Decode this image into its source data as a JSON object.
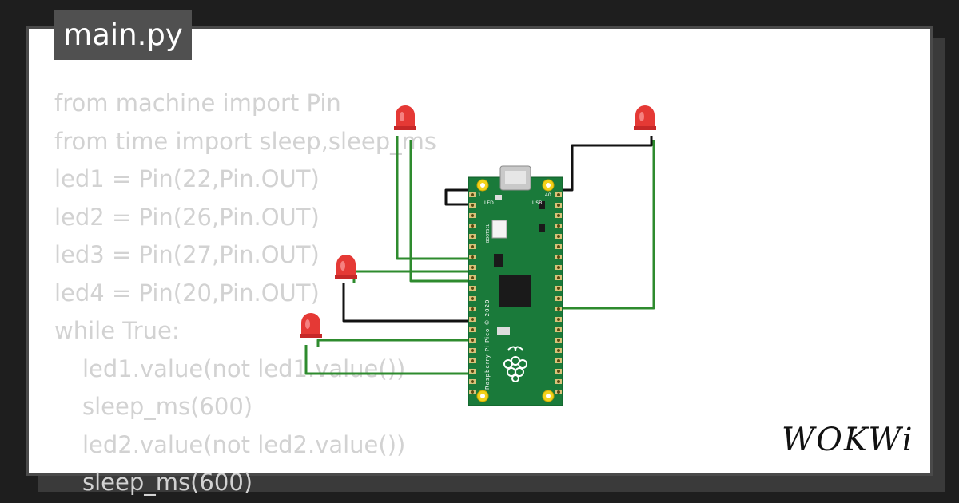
{
  "file_tab": {
    "label": "main.py"
  },
  "code_lines": [
    {
      "text": "from machine import Pin",
      "indent": false
    },
    {
      "text": "from time import sleep,sleep_ms",
      "indent": false
    },
    {
      "text": "led1 = Pin(22,Pin.OUT)",
      "indent": false
    },
    {
      "text": "led2 = Pin(26,Pin.OUT)",
      "indent": false
    },
    {
      "text": "led3 = Pin(27,Pin.OUT)",
      "indent": false
    },
    {
      "text": "led4 = Pin(20,Pin.OUT)",
      "indent": false
    },
    {
      "text": "while True:",
      "indent": false
    },
    {
      "text": "led1.value(not led1.value())",
      "indent": true
    },
    {
      "text": "sleep_ms(600)",
      "indent": true
    },
    {
      "text": "led2.value(not led2.value())",
      "indent": true
    },
    {
      "text": "sleep_ms(600)",
      "indent": true
    }
  ],
  "board": {
    "silkscreen_led": "LED",
    "silkscreen_usb": "USB",
    "silkscreen_bootsel": "BOOTSEL",
    "silkscreen_name": "Raspberry Pi Pico © 2020",
    "pin_label_left": "1",
    "pin_label_right": "40"
  },
  "logo": {
    "text": "WOKWi"
  },
  "colors": {
    "background": "#1e1e1e",
    "card": "#ffffff",
    "code_text": "#d2d2d2",
    "tab": "#505050",
    "board_green": "#1a7a3a",
    "wire_green": "#2e8b2e",
    "wire_black": "#111111",
    "led_red": "#e53935"
  },
  "icons": [
    "raspberry-pi-logo-icon",
    "led-icon"
  ]
}
